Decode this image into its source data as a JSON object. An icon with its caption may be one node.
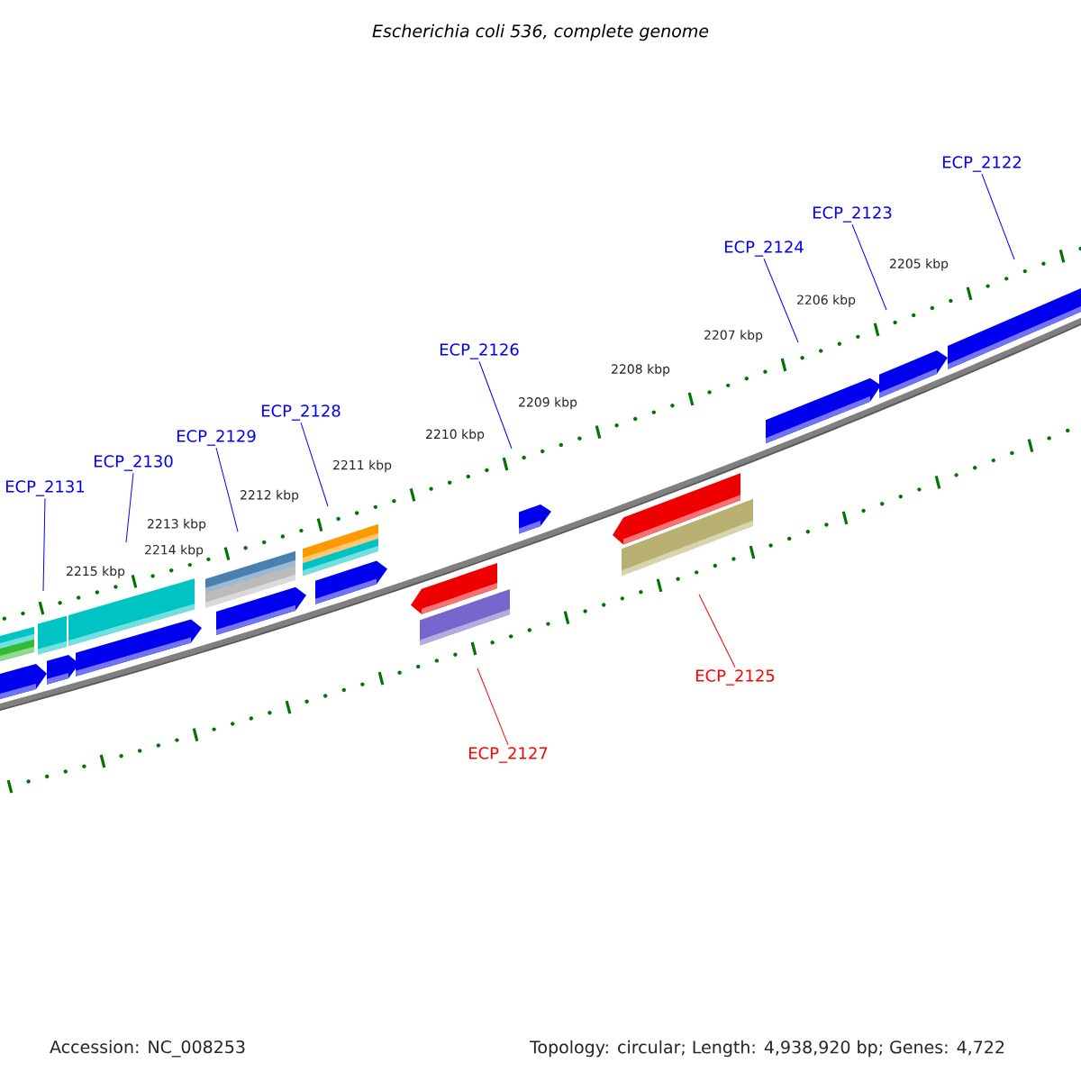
{
  "diagram": {
    "title": "Escherichia coli 536, complete genome",
    "nodes": [
      {
        "text": [
          "ECP_2122"
        ]
      },
      {
        "text": [
          "ECP_2123"
        ]
      },
      {
        "text": [
          "ECP_2124"
        ]
      },
      {
        "text": [
          "ECP_2126"
        ]
      },
      {
        "text": [
          "ECP_2128"
        ]
      },
      {
        "text": [
          "ECP_2129"
        ]
      },
      {
        "text": [
          "ECP_2130"
        ]
      },
      {
        "text": [
          "ECP_2131"
        ]
      },
      {
        "text": [
          "ECP_2125"
        ]
      },
      {
        "text": [
          "ECP_2127"
        ]
      }
    ],
    "edges": [
      {
        "from": 0,
        "to": null,
        "arrow": "none"
      },
      {
        "from": 1,
        "to": null,
        "arrow": "none"
      },
      {
        "from": 2,
        "to": null,
        "arrow": "none"
      },
      {
        "from": 3,
        "to": null,
        "arrow": "none"
      },
      {
        "from": 4,
        "to": null,
        "arrow": "none"
      },
      {
        "from": 5,
        "to": null,
        "arrow": "none"
      },
      {
        "from": 6,
        "to": null,
        "arrow": "none"
      },
      {
        "from": 7,
        "to": null,
        "arrow": "none"
      },
      {
        "from": 8,
        "to": null,
        "arrow": "none",
        "color": "#ff0000"
      },
      {
        "from": 9,
        "to": null,
        "arrow": "none",
        "color": "#ff0000"
      }
    ],
    "labels": [
      "2205 kbp",
      "2206 kbp",
      "2207 kbp",
      "2208 kbp",
      "2209 kbp",
      "2210 kbp",
      "2211 kbp",
      "2212 kbp",
      "2213 kbp",
      "2214 kbp",
      "2215 kbp",
      "Accession: NC_008253",
      "Topology: circular; Length: 4,938,920 bp; Genes: 4,722"
    ]
  }
}
